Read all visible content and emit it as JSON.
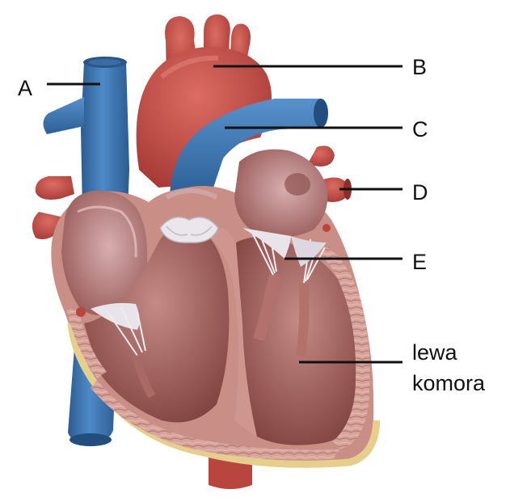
{
  "labels": {
    "a": "A",
    "b": "B",
    "c": "C",
    "d": "D",
    "e": "E",
    "left_ventricle_line1": "lewa",
    "left_ventricle_line2": "komora"
  },
  "colors": {
    "vein_blue": "#3f78b4",
    "artery_red": "#c34b45",
    "myocardium_pink": "#d9a39c",
    "chamber_dark": "#8a4a45",
    "valve_white": "#e9e4ea",
    "fat_yellow": "#e6cf8c",
    "leader_line": "#111111"
  }
}
